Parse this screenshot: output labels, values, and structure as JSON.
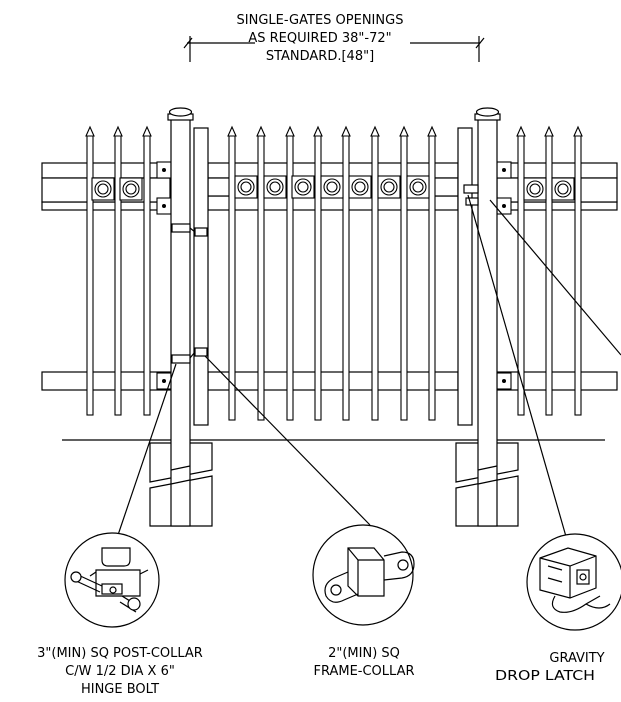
{
  "dimension": {
    "lines": [
      "SINGLE-GATES OPENINGS",
      "AS REQUIRED 38\"-72\"",
      "STANDARD.[48\"]"
    ]
  },
  "callouts": [
    {
      "id": "post-collar",
      "lines": [
        "3\"(MIN) SQ POST-COLLAR",
        "C/W 1/2 DIA X 6\"",
        "HINGE BOLT"
      ]
    },
    {
      "id": "frame-collar",
      "lines": [
        "2\"(MIN) SQ",
        "FRAME-COLLAR"
      ]
    },
    {
      "id": "drop-latch",
      "lines": [
        "GRAVITY",
        "DROP LATCH"
      ]
    }
  ],
  "colors": {
    "ink": "#000000",
    "paper": "#ffffff"
  }
}
